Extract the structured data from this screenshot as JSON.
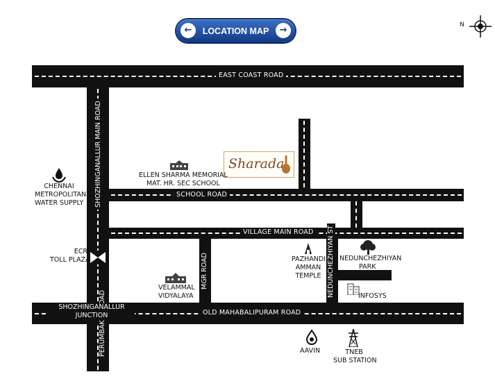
{
  "header": {
    "title": "LOCATION MAP",
    "prev_icon": "arrow-left-icon",
    "next_icon": "arrow-right-icon"
  },
  "compass": {
    "label": "N"
  },
  "logo": {
    "text": "Sharada"
  },
  "roads": {
    "east_coast_road": "EAST COAST ROAD",
    "school_road": "SCHOOL ROAD",
    "village_main_road": "VILLAGE MAIN ROAD",
    "old_mahabalipuram_road": "OLD MAHABALIPURAM ROAD",
    "shozhinganallur_main_road": "SHOZHINGANALLUR MAIN ROAD",
    "mgr_road": "MGR ROAD",
    "nedunchezhiyan_st": "NEDUNCHEZHIYAN ST",
    "perumbakka_road": "PERUMBAKKA ROAD"
  },
  "landmarks": {
    "ellen_sharma": [
      "ELLEN SHARMA MEMORIAL",
      "MAT. HR. SEC SCHOOL"
    ],
    "chennai_metro": [
      "CHENNAI",
      "METROPOLITAN",
      "WATER SUPPLY"
    ],
    "ecr_toll": [
      "ECR",
      "TOLL PLAZA"
    ],
    "velammal": [
      "VELAMMAL",
      "VIDYALAYA"
    ],
    "pazhandi": [
      "PAZHANDI",
      "AMMAN",
      "TEMPLE"
    ],
    "nedunchezhiyan_park": [
      "NEDUNCHEZHIYAN",
      "PARK"
    ],
    "infosys": "INFOSYS",
    "shozhinganallur_junction": [
      "SHOZHINGANALLUR",
      "JUNCTION"
    ],
    "aavin": "AAVIN",
    "tneb": [
      "TNEB",
      "SUB STATION"
    ]
  },
  "icons": {
    "school": "school-building-icon",
    "water": "water-drop-icon",
    "toll": "toll-gate-icon",
    "temple": "temple-icon",
    "park": "tree-icon",
    "office": "office-building-icon",
    "milk": "milk-drop-icon",
    "tower": "transmission-tower-icon"
  }
}
